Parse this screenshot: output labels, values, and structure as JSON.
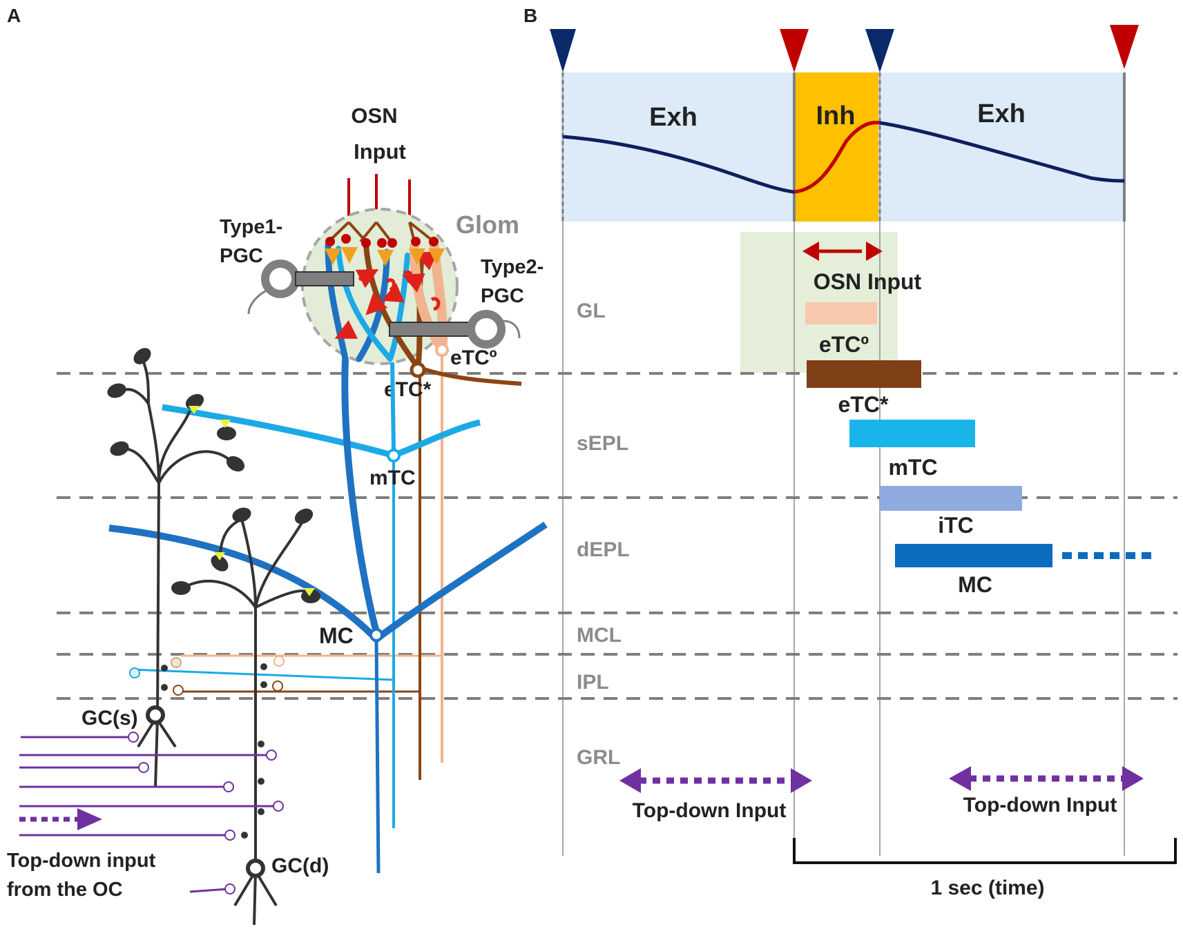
{
  "panels": {
    "a": {
      "letter": "A",
      "osn_input": [
        "OSN",
        "Input"
      ],
      "glom": "Glom",
      "type1_pgc": [
        "Type1-",
        "PGC"
      ],
      "type2_pgc": [
        "Type2-",
        "PGC"
      ],
      "etc_o": "eTCº",
      "etc_star": "eTC*",
      "mtc": "mTC",
      "mc": "MC",
      "gc_s": "GC(s)",
      "gc_d": "GC(d)",
      "topdown": [
        "Top-down input",
        "from the  OC"
      ]
    },
    "b": {
      "letter": "B",
      "phases": [
        "Exh",
        "Inh",
        "Exh"
      ],
      "layers": [
        "GL",
        "sEPL",
        "dEPL",
        "MCL",
        "IPL",
        "GRL"
      ],
      "osn_input": "OSN Input",
      "topdown_left": "Top-down Input",
      "topdown_right": "Top-down Input",
      "scale_label": "1 sec (time)"
    }
  },
  "timeline_bars": [
    {
      "label": "eTCº",
      "color": "#f8c8ac"
    },
    {
      "label": "eTC*",
      "color": "#7f3f17"
    },
    {
      "label": "mTC",
      "color": "#19b5ea"
    },
    {
      "label": "iTC",
      "color": "#8eaade"
    },
    {
      "label": "MC",
      "color": "#0b6bbf"
    }
  ],
  "colors": {
    "mc_blue": "#1f72c2",
    "mtc_blue": "#1ca9e6",
    "etc_brown": "#8b4513",
    "etc_peach": "#f2b48e",
    "inh_orange": "#ffc000",
    "exh_blue": "#dcebf7",
    "resp_navy": "#0d1f5c",
    "inh_marker": "#c00000",
    "exh_marker": "#0b2a6b",
    "topdown_purple": "#7030a0",
    "gl_green": "#e4eed8"
  }
}
